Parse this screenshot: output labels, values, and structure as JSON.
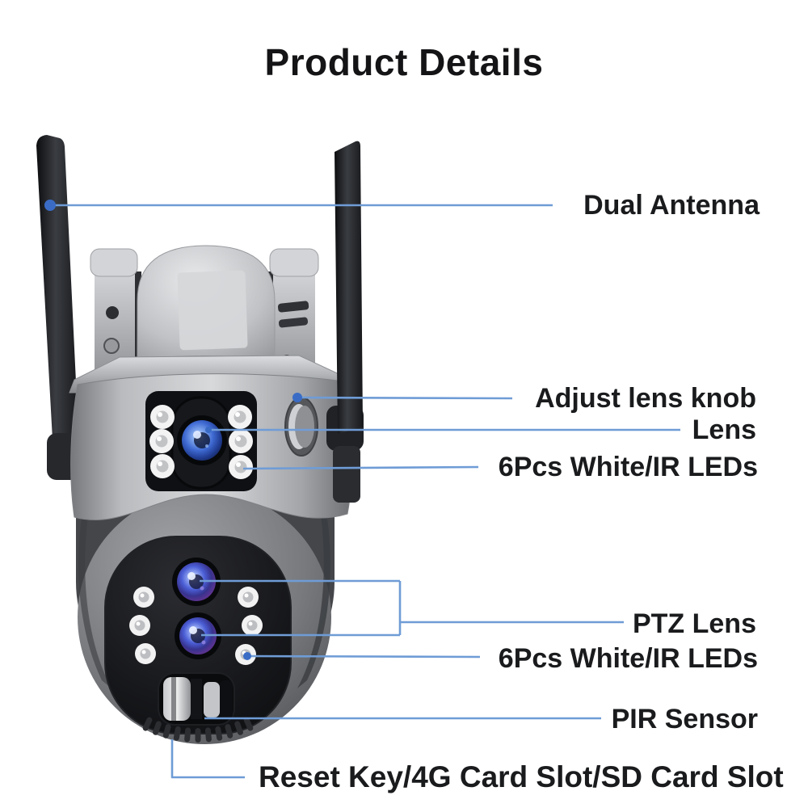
{
  "title": "Product Details",
  "callouts": {
    "dual_antenna": {
      "label": "Dual Antenna"
    },
    "adjust_lens_knob": {
      "label": "Adjust lens knob"
    },
    "lens": {
      "label": "Lens"
    },
    "white_ir_leds_top": {
      "label": "6Pcs White/IR LEDs"
    },
    "ptz_lens": {
      "label": "PTZ Lens"
    },
    "white_ir_leds_bottom": {
      "label": "6Pcs White/IR LEDs"
    },
    "pir_sensor": {
      "label": "PIR Sensor"
    },
    "reset_card_slots": {
      "label": "Reset Key/4G Card Slot/SD Card Slot"
    }
  },
  "colors": {
    "background": "#ffffff",
    "text": "#1a1b1d",
    "callout_line": "#6f9cd6",
    "callout_dot": "#3a6cc6"
  }
}
